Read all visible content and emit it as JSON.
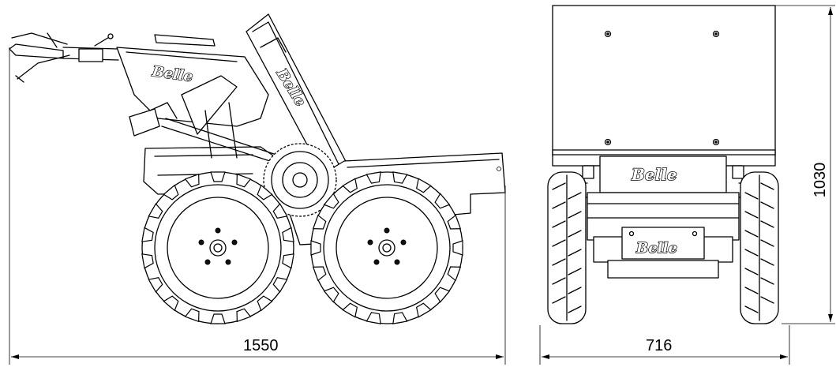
{
  "dimensions": {
    "side_length": "1550",
    "front_width": "716",
    "front_height": "1030"
  },
  "branding": {
    "logo_text": "Belle"
  },
  "colors": {
    "line": "#000000",
    "background": "#ffffff"
  }
}
